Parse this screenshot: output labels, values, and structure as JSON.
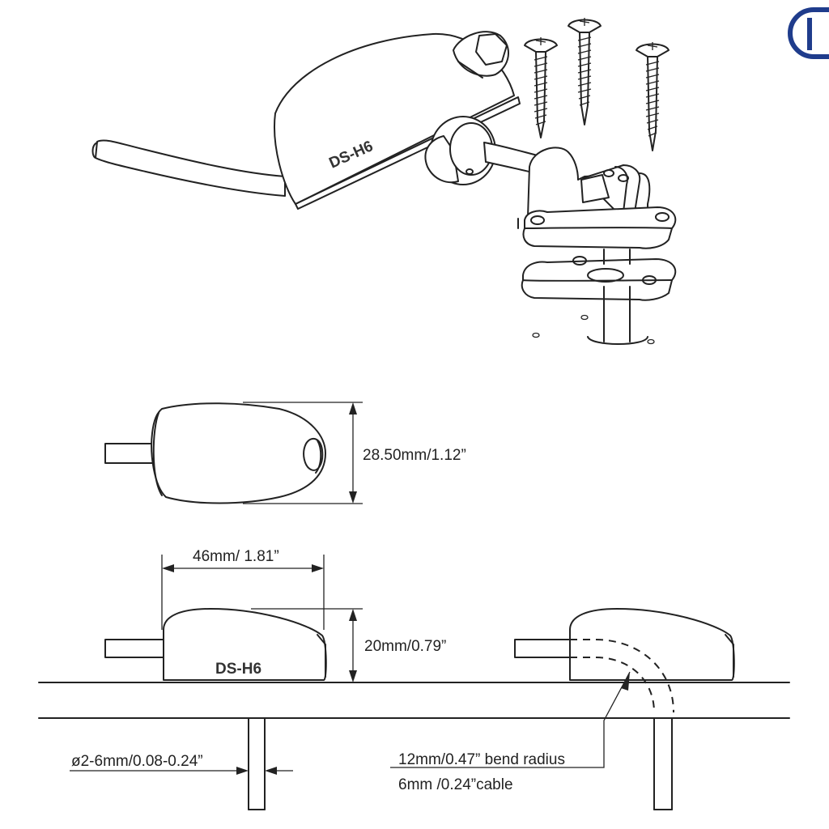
{
  "product": {
    "model_mark": "DS-H6"
  },
  "dimensions": {
    "width_top": "28.50mm/1.12”",
    "length": "46mm/ 1.81”",
    "height": "20mm/0.79”",
    "hole_diameter": "ø2-6mm/0.08-0.24”",
    "bend_radius": "12mm/0.47” bend radius",
    "cable": "6mm /0.24”cable"
  },
  "colors": {
    "line": "#222222",
    "logo": "#1f3c8c"
  }
}
